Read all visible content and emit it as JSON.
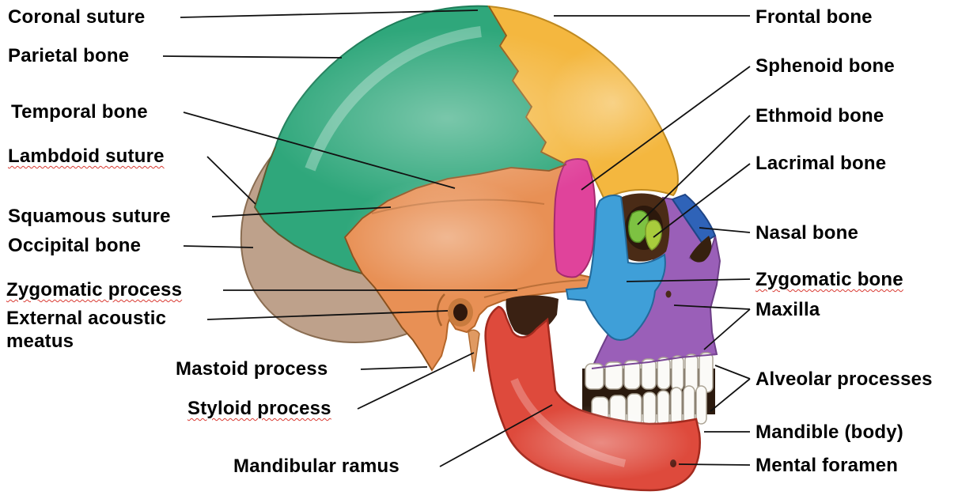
{
  "figure": {
    "type": "anatomical-diagram",
    "subject": "Human skull, lateral (side) view, bones color-coded"
  },
  "labels": {
    "left": [
      {
        "text": "Coronal suture"
      },
      {
        "text": "Parietal bone"
      },
      {
        "text": "Temporal bone"
      },
      {
        "text": "Lambdoid suture"
      },
      {
        "text": "Squamous suture"
      },
      {
        "text": "Occipital bone"
      },
      {
        "text": "Zygomatic process"
      },
      {
        "text": "External acoustic meatus"
      },
      {
        "text": "Mastoid process"
      },
      {
        "text": "Styloid process"
      },
      {
        "text": "Mandibular ramus"
      }
    ],
    "right": [
      {
        "text": "Frontal bone"
      },
      {
        "text": "Sphenoid bone"
      },
      {
        "text": "Ethmoid bone"
      },
      {
        "text": "Lacrimal bone"
      },
      {
        "text": "Nasal bone"
      },
      {
        "text": "Zygomatic bone"
      },
      {
        "text": "Maxilla"
      },
      {
        "text": "Alveolar processes"
      },
      {
        "text": "Mandible (body)"
      },
      {
        "text": "Mental foramen"
      }
    ]
  },
  "colors": {
    "parietal": "#2FA77B",
    "frontal": "#F4B73F",
    "temporal": "#E89055",
    "occipital": "#BEA18B",
    "sphenoid": "#E0439B",
    "ethmoid": "#7DC242",
    "lacrimal": "#A8CC3C",
    "nasal": "#2F63B8",
    "zygomatic": "#3F9FD8",
    "maxilla": "#9A5FB8",
    "mandible": "#DE4A3C",
    "teeth": "#FBFAF7",
    "orbit_shadow": "#4A2B16",
    "leader_line": "#111111"
  }
}
